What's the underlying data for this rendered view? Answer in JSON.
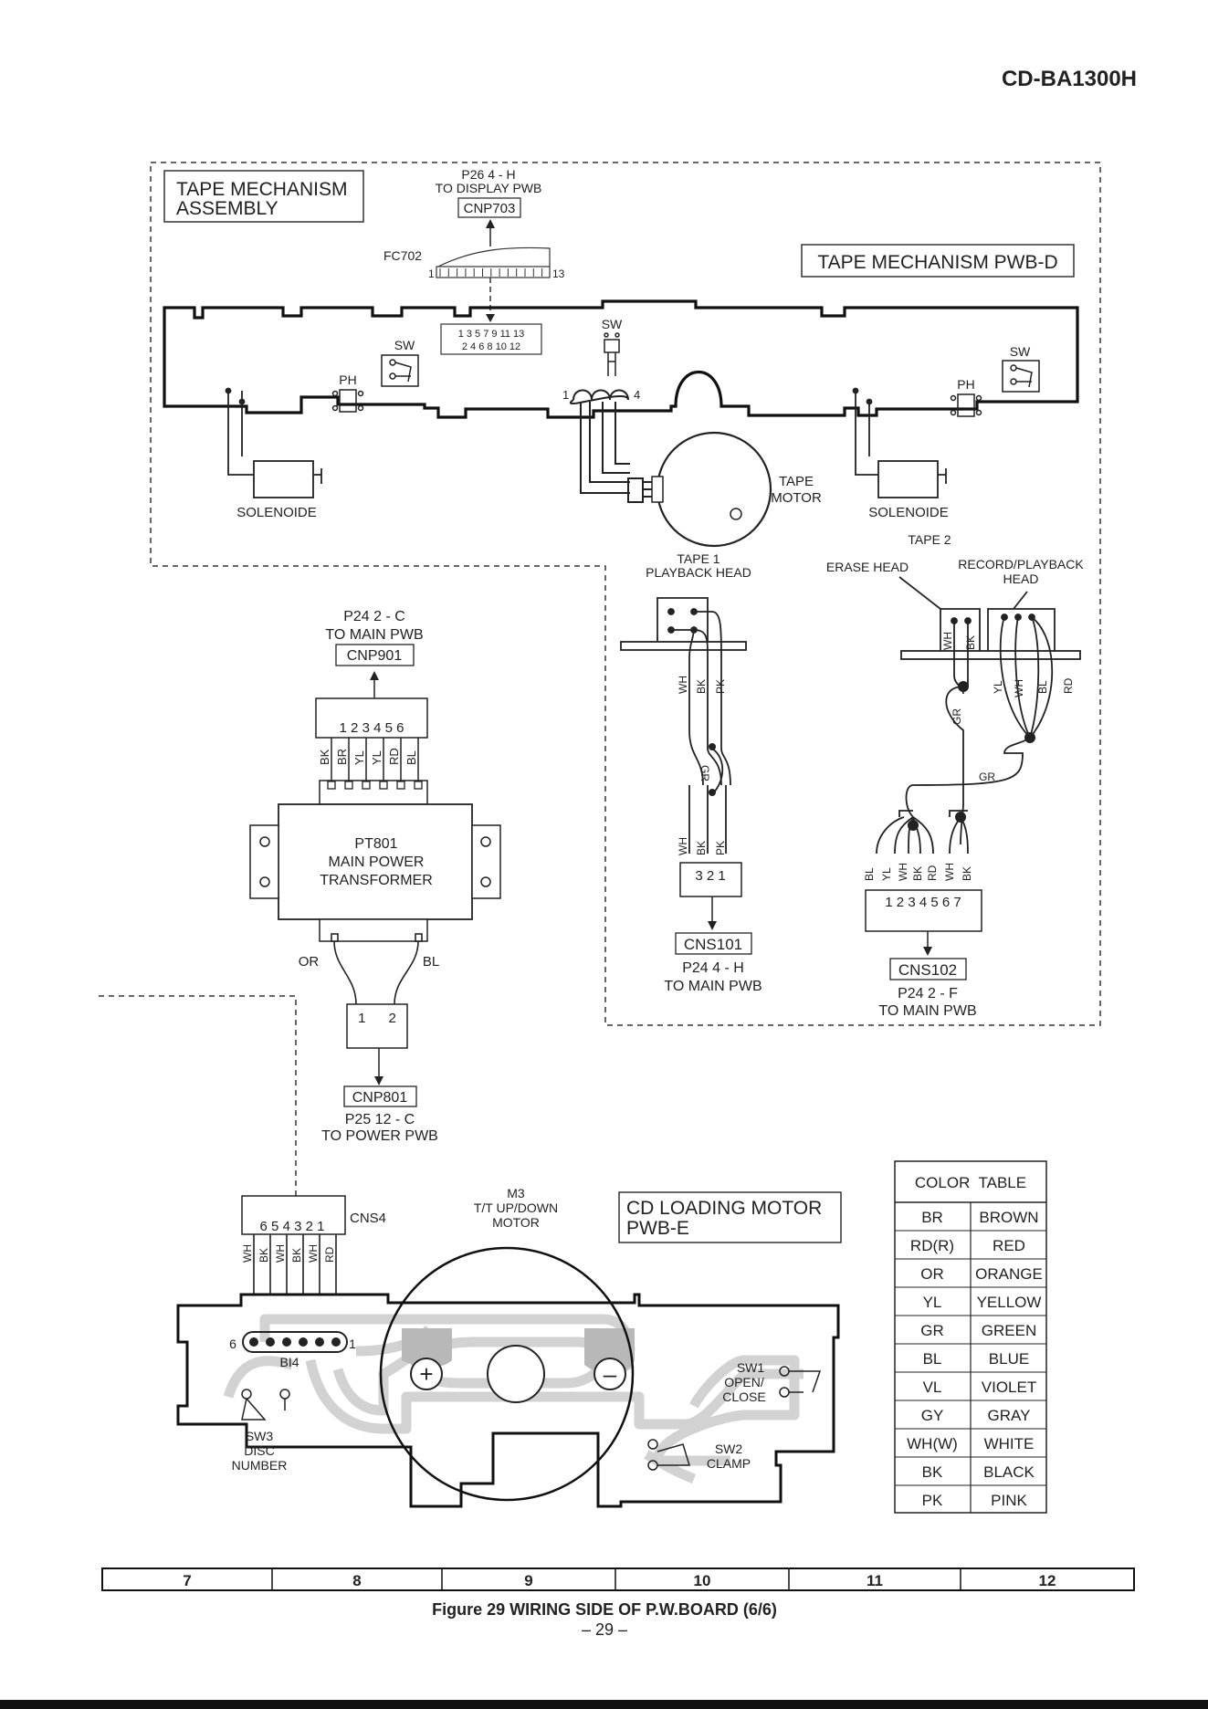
{
  "header": {
    "model": "CD-BA1300H"
  },
  "tape_section": {
    "assembly_title": [
      "TAPE MECHANISM",
      "ASSEMBLY"
    ],
    "pwb_title": "TAPE MECHANISM PWB-D",
    "display_ref": [
      "P26  4 - H",
      "TO DISPLAY PWB"
    ],
    "connector_display": "CNP703",
    "flex_cable": "FC702",
    "flex_pin_first": "1",
    "flex_pin_last": "13",
    "pins_odd": "1  3  5  7  9  11 13",
    "pins_even": "2  4  6  8  10 12",
    "sw": "SW",
    "ph": "PH",
    "solenoid": "SOLENOIDE",
    "motor": [
      "TAPE",
      "MOTOR"
    ],
    "motor_pin_1": "1",
    "motor_pin_4": "4",
    "tape1": [
      "TAPE 1",
      "PLAYBACK HEAD"
    ],
    "tape2": "TAPE 2",
    "erase_head": "ERASE HEAD",
    "rec_head": [
      "RECORD/PLAYBACK",
      "HEAD"
    ],
    "tape1_wires_top": [
      "WH",
      "BK",
      "PK"
    ],
    "tape1_gr": "GR",
    "tape1_wires_bottom": [
      "WH",
      "BK",
      "PK"
    ],
    "cns101_pins": "3  2  1",
    "cns101": "CNS101",
    "cns101_ref": [
      "P24  4 - H",
      "TO MAIN PWB"
    ],
    "tape2_erase_wires": [
      "WH",
      "BK"
    ],
    "tape2_rec_wires": [
      "YL",
      "WH",
      "BL",
      "RD"
    ],
    "tape2_gr": "GR",
    "cns102_wires": [
      "BL",
      "YL",
      "WH",
      "BK",
      "RD",
      "WH",
      "BK"
    ],
    "cns102_pins": "1 2 3 4  5  6 7",
    "cns102": "CNS102",
    "cns102_ref": [
      "P24  2 - F",
      "TO MAIN PWB"
    ]
  },
  "transformer_section": {
    "cnp901_ref": [
      "P24  2 - C",
      "TO MAIN PWB"
    ],
    "cnp901": "CNP901",
    "pins": "1  2  3  4  5  6",
    "wires": [
      "BK",
      "BR",
      "YL",
      "YL",
      "RD",
      "BL"
    ],
    "name": [
      "PT801",
      "MAIN POWER",
      "TRANSFORMER"
    ],
    "wire_or": "OR",
    "wire_bl": "BL",
    "out_pins": "1      2",
    "cnp801": "CNP801",
    "cnp801_ref": [
      "P25  12 - C",
      "TO POWER PWB"
    ]
  },
  "cd_section": {
    "cns4": "CNS4",
    "cns4_pins": "6  5  4  3  2  1",
    "wires": [
      "WH",
      "BK",
      "WH",
      "BK",
      "WH",
      "RD"
    ],
    "motor": [
      "M3",
      "T/T UP/DOWN",
      "MOTOR"
    ],
    "pwb_title": [
      "CD LOADING MOTOR",
      "PWB-E"
    ],
    "bi4": "BI4",
    "bi4_pin_6": "6",
    "bi4_pin_1": "1",
    "plus": "+",
    "minus": "–",
    "sw1": [
      "SW1",
      "OPEN/",
      "CLOSE"
    ],
    "sw2": [
      "SW2",
      "CLAMP"
    ],
    "sw3": [
      "SW3",
      "DISC",
      "NUMBER"
    ]
  },
  "color_table": {
    "title": "COLOR  TABLE",
    "rows": [
      [
        "BR",
        "BROWN"
      ],
      [
        "RD(R)",
        "RED"
      ],
      [
        "OR",
        "ORANGE"
      ],
      [
        "YL",
        "YELLOW"
      ],
      [
        "GR",
        "GREEN"
      ],
      [
        "BL",
        "BLUE"
      ],
      [
        "VL",
        "VIOLET"
      ],
      [
        "GY",
        "GRAY"
      ],
      [
        "WH(W)",
        "WHITE"
      ],
      [
        "BK",
        "BLACK"
      ],
      [
        "PK",
        "PINK"
      ]
    ]
  },
  "grid_labels": [
    "7",
    "8",
    "9",
    "10",
    "11",
    "12"
  ],
  "footer": {
    "caption": "Figure 29 WIRING SIDE OF P.W.BOARD (6/6)",
    "page": "– 29 –"
  },
  "colors": {
    "ink": "#222222",
    "trace": "#d2d2d2",
    "trace_dark": "#b8b8b8"
  }
}
